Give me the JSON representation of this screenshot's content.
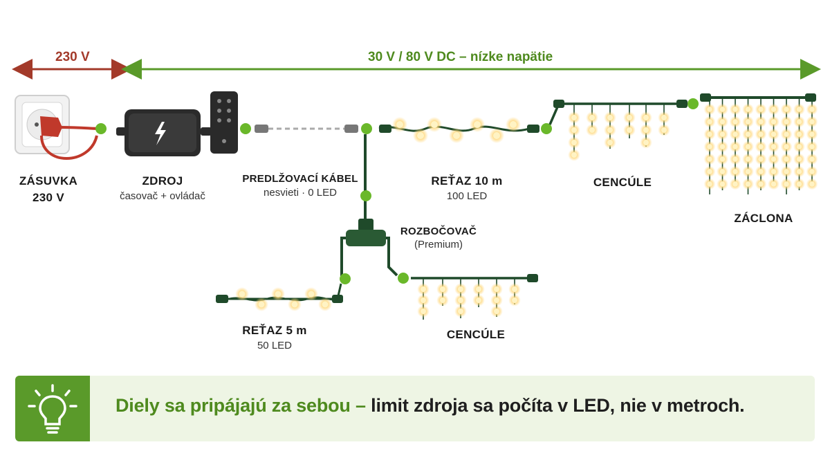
{
  "voltage": {
    "mains_label": "230 V",
    "low_label": "30 V / 80 V DC – nízke napätie",
    "mains_color": "#a33a2a",
    "low_color": "#5a9a2a"
  },
  "components": {
    "socket": {
      "title": "ZÁSUVKA",
      "subtitle": "230 V"
    },
    "power_supply": {
      "title": "ZDROJ",
      "subtitle": "časovač + ovládač"
    },
    "extension_cable": {
      "title": "PREDLŽOVACÍ KÁBEL",
      "subtitle": "nesvieti · 0 LED"
    },
    "chain_10m": {
      "title": "REŤAZ 10 m",
      "subtitle": "100 LED"
    },
    "icicles_top": {
      "title": "CENCÚLE"
    },
    "curtain": {
      "title": "ZÁCLONA"
    },
    "splitter": {
      "title": "ROZBOČOVAČ",
      "subtitle": "(Premium)"
    },
    "chain_5m": {
      "title": "REŤAZ 5 m",
      "subtitle": "50 LED"
    },
    "icicles_bottom": {
      "title": "CENCÚLE"
    }
  },
  "tip": {
    "icon": "lightbulb-icon",
    "highlight": "Diely sa pripájajú za sebou –",
    "text": " limit zdroja sa počíta v LED, nie v metroch."
  },
  "colors": {
    "cable": "#1f4a2a",
    "connector_dot": "#6ab82a",
    "led_glow": "#ffd77a",
    "led_core": "#fff3c4",
    "tip_bg": "#eef5e4"
  }
}
